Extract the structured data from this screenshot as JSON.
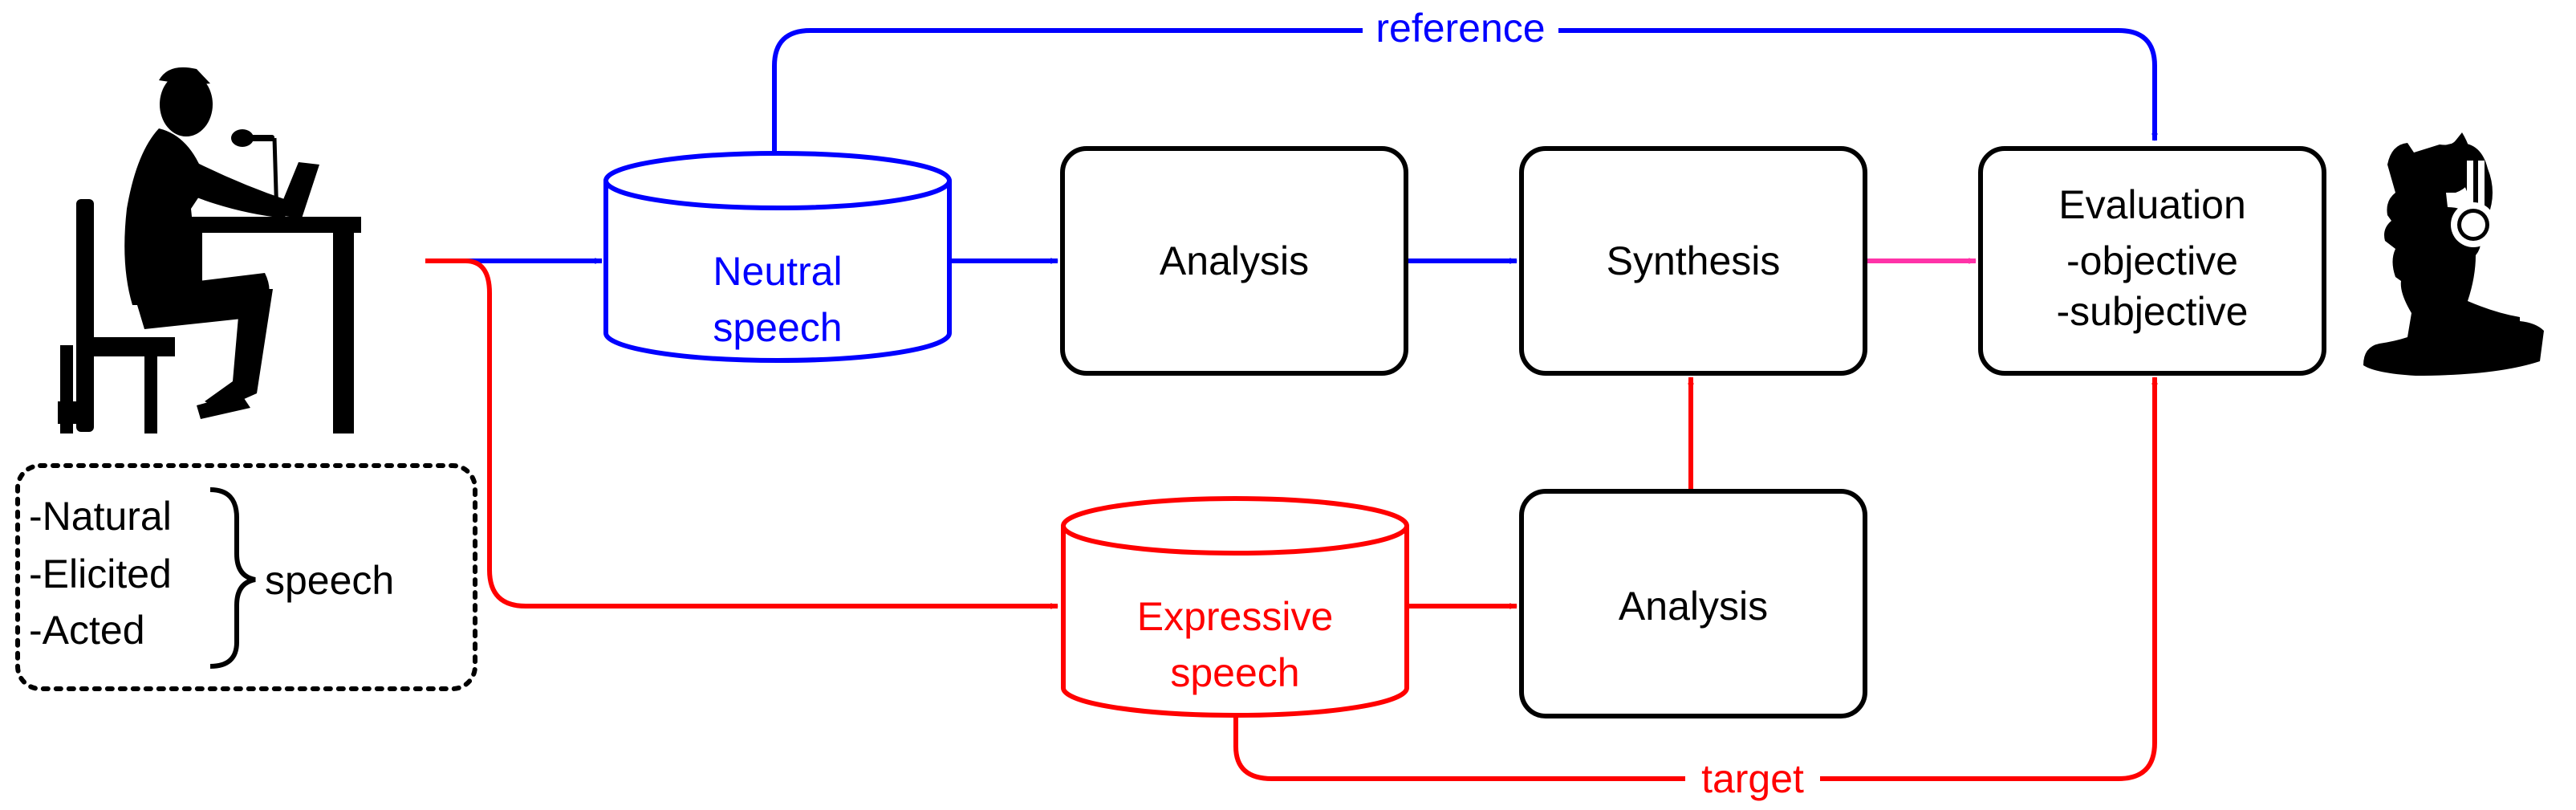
{
  "nodes": {
    "neutral_db": {
      "line1": "Neutral",
      "line2": "speech",
      "color": "#0000ff"
    },
    "expressive_db": {
      "line1": "Expressive",
      "line2": "speech",
      "color": "#ff0000"
    },
    "analysis_top": {
      "label": "Analysis"
    },
    "analysis_bottom": {
      "label": "Analysis"
    },
    "synthesis": {
      "label": "Synthesis"
    },
    "evaluation": {
      "line1": "Evaluation",
      "line2": "-objective",
      "line3": "-subjective"
    }
  },
  "speech_types": {
    "items": [
      "-Natural",
      "-Elicited",
      "-Acted"
    ],
    "group_label": "speech"
  },
  "edge_labels": {
    "reference": "reference",
    "target": "target"
  },
  "colors": {
    "neutral_path": "#0000ff",
    "expressive_path": "#ff0000",
    "synthesis_to_evaluation": "#ff33a8",
    "boxes": "#000000"
  },
  "icons": [
    "speaker-at-desk-icon",
    "listener-with-headphones-icon"
  ]
}
